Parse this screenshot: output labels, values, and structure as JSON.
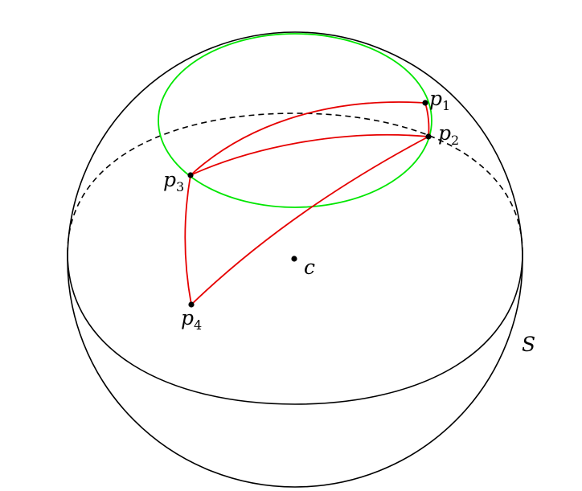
{
  "labels": {
    "p1": {
      "base": "p",
      "sub": "1"
    },
    "p2": {
      "base": "p",
      "sub": "2"
    },
    "p3": {
      "base": "p",
      "sub": "3"
    },
    "p4": {
      "base": "p",
      "sub": "4"
    },
    "center": "c",
    "sphere": "S"
  },
  "colors": {
    "outline": "#000000",
    "circle": "#00e600",
    "arcs": "#e60000",
    "points": "#000000"
  }
}
